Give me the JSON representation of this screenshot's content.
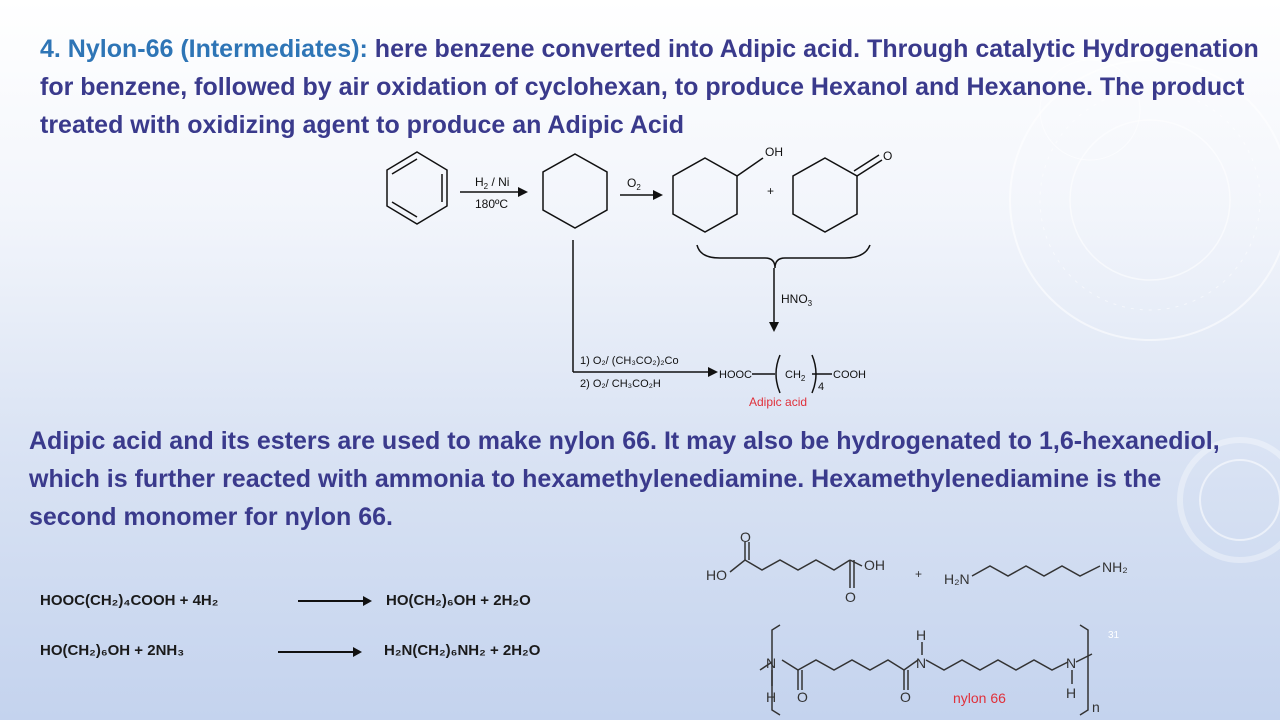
{
  "title": {
    "number": "4. Nylon-66 (Intermediates):",
    "text": " here benzene converted into Adipic acid. Through catalytic Hydrogenation for benzene, followed by air oxidation of cyclohexan, to produce Hexanol and Hexanone.   The product treated with oxidizing agent to produce an Adipic Acid"
  },
  "scheme1": {
    "h2_ni": "H",
    "h2_ni_sub": "2",
    "h2_ni_tail": " / Ni",
    "temp": "180ºC",
    "o2": "O",
    "o2_sub": "2",
    "oh": "OH",
    "o": "O",
    "plus": "+",
    "hno3": "HNO",
    "hno3_sub": "3",
    "cond1": "1) O₂/ (CH₃CO₂)₂Co",
    "cond2": "2) O₂/ CH₃CO₂H",
    "hooc": "HOOC",
    "ch2": "CH",
    "ch2_sub": "2",
    "rep": "4",
    "cooh": "COOH",
    "adipic_label": "Adipic acid"
  },
  "paragraph": "Adipic acid and its esters are used to make nylon 66. It may also be hydrogenated to 1,6-hexanediol, which is further reacted with ammonia to hexamethylenediamine. Hexamethylenediamine is the second monomer for nylon 66.",
  "equations": {
    "eq1_left": "HOOC(CH₂)₄COOH  + 4H₂",
    "eq1_right": "HO(CH₂)₆OH  +  2H₂O",
    "eq2_left": "HO(CH₂)₆OH  + 2NH₃",
    "eq2_right": "H₂N(CH₂)₆NH₂  + 2H₂O"
  },
  "scheme2": {
    "o": "O",
    "oh": "OH",
    "ho": "HO",
    "plus": "+",
    "h2n": "H₂N",
    "nh2": "NH₂",
    "n": "N",
    "h": "H",
    "sub_n": "n",
    "nylon_label": "nylon 66"
  },
  "page_number": "31"
}
